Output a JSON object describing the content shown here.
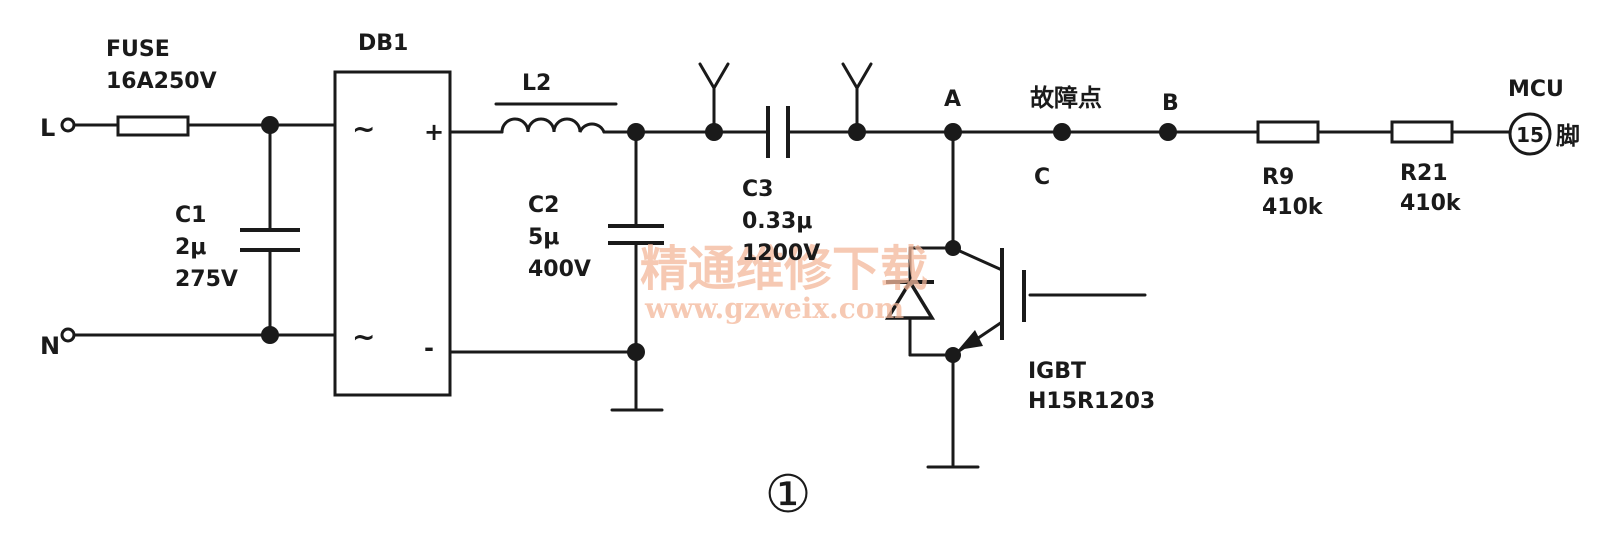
{
  "labels": {
    "fuse_name": "FUSE",
    "fuse_rating": "16A250V",
    "db1": "DB1",
    "l_terminal": "L",
    "n_terminal": "N",
    "c1_name": "C1",
    "c1_value": "2μ",
    "c1_voltage": "275V",
    "ac1": "~",
    "ac2": "~",
    "plus": "+",
    "minus": "-",
    "l2": "L2",
    "c2_name": "C2",
    "c2_value": "5μ",
    "c2_voltage": "400V",
    "c3_name": "C3",
    "c3_value": "0.33μ",
    "c3_voltage": "1200V",
    "node_a": "A",
    "fault_point": "故障点",
    "node_c": "C",
    "node_b": "B",
    "r9_name": "R9",
    "r9_value": "410k",
    "r21_name": "R21",
    "r21_value": "410k",
    "mcu": "MCU",
    "pin_number": "15",
    "pin_suffix": "脚",
    "igbt_name": "IGBT",
    "igbt_model": "H15R1203",
    "figure_number": "①"
  },
  "watermark": {
    "title": "精通维修下载",
    "url": "www.gzweix.com"
  },
  "colors": {
    "ink": "#1a1a1a",
    "watermark": "#f3b79a",
    "background": "#ffffff"
  }
}
